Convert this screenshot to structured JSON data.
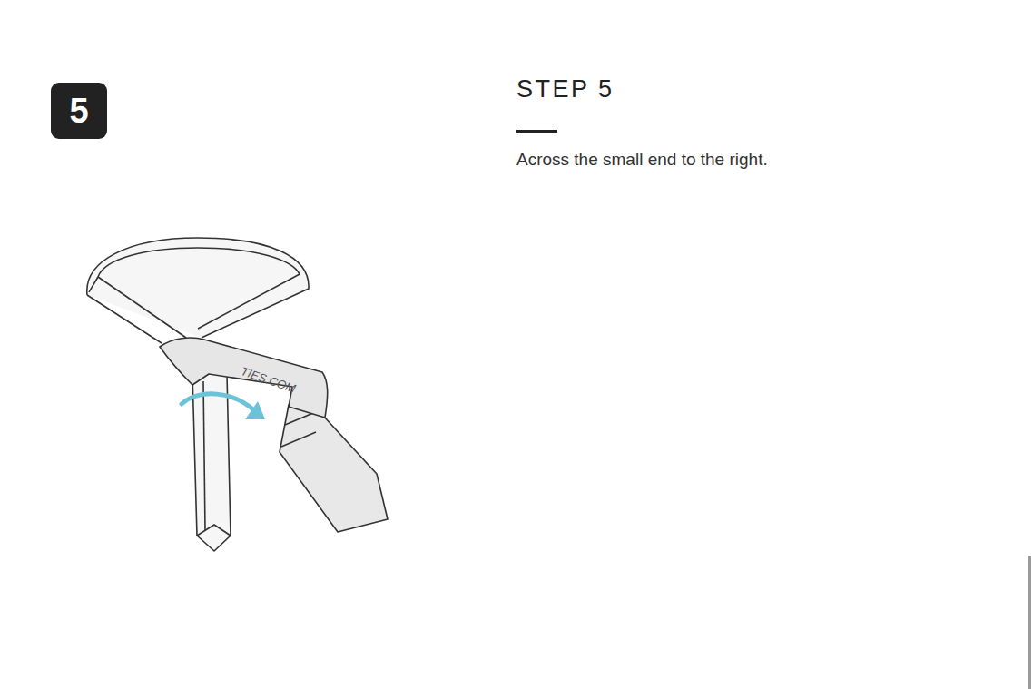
{
  "diagram": {
    "title": "STEP 5",
    "caption": "Across the small end to the right.",
    "nodes": [
      {
        "text": [
          "5"
        ]
      }
    ],
    "labels": [
      "TIES.COM"
    ]
  }
}
